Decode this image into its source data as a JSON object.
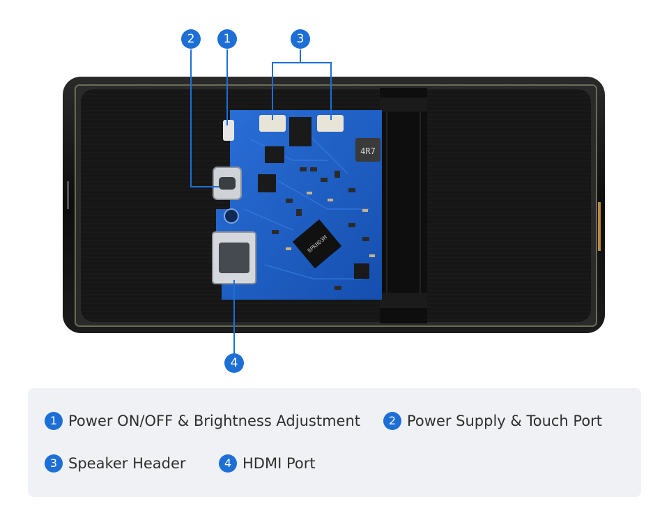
{
  "callouts": [
    {
      "number": "1",
      "label": "Power ON/OFF & Brightness Adjustment"
    },
    {
      "number": "2",
      "label": "Power Supply & Touch Port"
    },
    {
      "number": "3",
      "label": "Speaker Header"
    },
    {
      "number": "4",
      "label": "HDMI Port"
    }
  ],
  "board": {
    "inductor_marking": "4R7",
    "chip_marking": "8PKHD3M"
  },
  "colors": {
    "accent": "#1d6fd6",
    "board": "#1a5bc4",
    "screen_frame": "#111111",
    "legend_bg": "#f0f1f4"
  }
}
